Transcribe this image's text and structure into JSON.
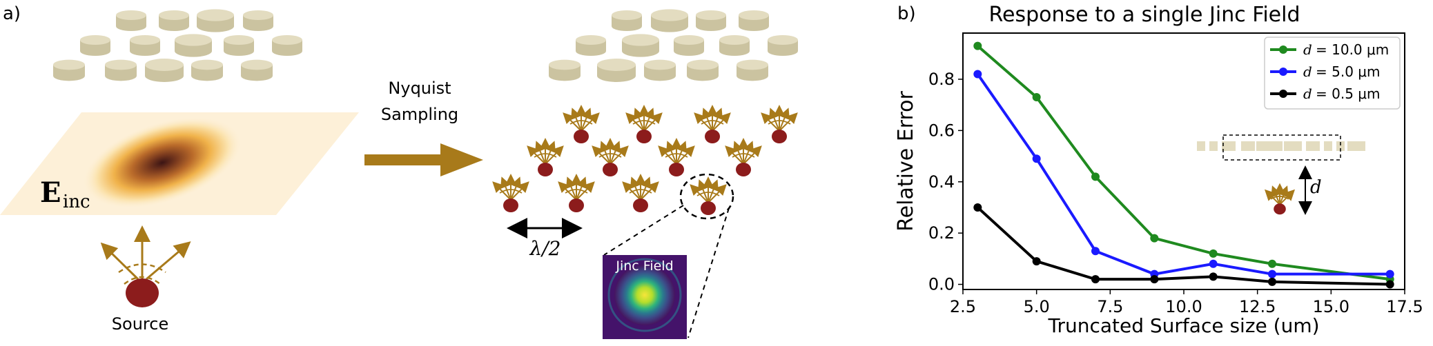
{
  "panel_a": {
    "label": "a)",
    "field_label": "E",
    "field_subscript": "inc",
    "source_label": "Source",
    "arrow_label_line1": "Nyquist",
    "arrow_label_line2": "Sampling",
    "spacing_label": "λ/2",
    "inset_label": "Jinc Field"
  },
  "panel_b": {
    "label": "b)",
    "inset_d_label": "d"
  },
  "chart_data": {
    "type": "line",
    "title": "Response to a single Jinc Field",
    "xlabel": "Truncated Surface size  (um)",
    "ylabel": "Relative Error",
    "xlim": [
      2.5,
      17.5
    ],
    "ylim": [
      -0.02,
      0.98
    ],
    "xticks": [
      2.5,
      5.0,
      7.5,
      10.0,
      12.5,
      15.0,
      17.5
    ],
    "xtick_labels": [
      "2.5",
      "5.0",
      "7.5",
      "10.0",
      "12.5",
      "15.0",
      "17.5"
    ],
    "yticks": [
      0.0,
      0.2,
      0.4,
      0.6,
      0.8
    ],
    "ytick_labels": [
      "0.0",
      "0.2",
      "0.4",
      "0.6",
      "0.8"
    ],
    "grid": false,
    "legend_position": "top-right",
    "series": [
      {
        "name": "d =  10.0 μm",
        "legend_var": "d",
        "legend_value": "=  10.0 μm",
        "color": "#1f8a1f",
        "x": [
          3,
          5,
          7,
          9,
          11,
          13,
          17
        ],
        "y": [
          0.93,
          0.73,
          0.42,
          0.18,
          0.12,
          0.08,
          0.02
        ]
      },
      {
        "name": "d =  5.0 μm",
        "legend_var": "d",
        "legend_value": "=  5.0 μm",
        "color": "#1a1aff",
        "x": [
          3,
          5,
          7,
          9,
          11,
          13,
          17
        ],
        "y": [
          0.82,
          0.49,
          0.13,
          0.04,
          0.08,
          0.04,
          0.04
        ]
      },
      {
        "name": "d =  0.5 μm",
        "legend_var": "d",
        "legend_value": "=  0.5 μm",
        "color": "#000000",
        "x": [
          3,
          5,
          7,
          9,
          11,
          13,
          17
        ],
        "y": [
          0.3,
          0.09,
          0.02,
          0.02,
          0.03,
          0.01,
          0.0
        ]
      }
    ]
  },
  "colors": {
    "pillar_top": "#e3dcc0",
    "pillar_side": "#cbc3a0",
    "arrow_gold": "#a87a1a",
    "source_red": "#8c1c1c",
    "inset_bg": "#44136a"
  }
}
